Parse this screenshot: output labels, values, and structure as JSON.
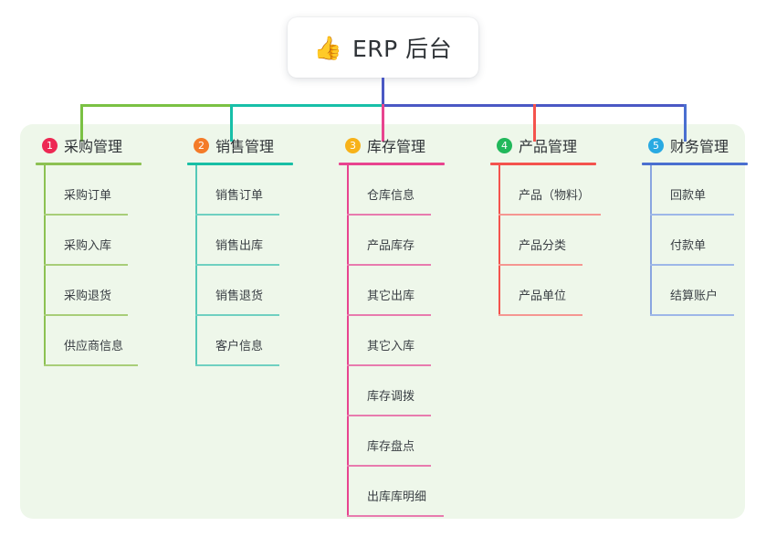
{
  "root": {
    "icon": "thumbs-up-icon",
    "emoji": "👍",
    "title": "ERP 后台"
  },
  "palette": {
    "panel_bg": "#eef7ea",
    "page_bg": "#ffffff",
    "root_text": "#2f3337",
    "bus_green": "#7ac143",
    "bus_teal": "#17bfa8",
    "bus_blue": "#4a58c4"
  },
  "columns": [
    {
      "number": "1",
      "title": "采购管理",
      "badge_color": "#ed2853",
      "line_color": "#8cc152",
      "items": [
        {
          "label": "采购订单"
        },
        {
          "label": "采购入库"
        },
        {
          "label": "采购退货"
        },
        {
          "label": "供应商信息"
        }
      ]
    },
    {
      "number": "2",
      "title": "销售管理",
      "badge_color": "#f47b28",
      "line_color": "#18bfa5",
      "items": [
        {
          "label": "销售订单"
        },
        {
          "label": "销售出库"
        },
        {
          "label": "销售退货"
        },
        {
          "label": "客户信息"
        }
      ]
    },
    {
      "number": "3",
      "title": "库存管理",
      "badge_color": "#f7b219",
      "line_color": "#e8448f",
      "items": [
        {
          "label": "仓库信息"
        },
        {
          "label": "产品库存"
        },
        {
          "label": "其它出库"
        },
        {
          "label": "其它入库"
        },
        {
          "label": "库存调拨"
        },
        {
          "label": "库存盘点"
        },
        {
          "label": "出库库明细"
        }
      ]
    },
    {
      "number": "4",
      "title": "产品管理",
      "badge_color": "#21b85b",
      "line_color": "#f4534d",
      "items": [
        {
          "label": "产品（物料）"
        },
        {
          "label": "产品分类"
        },
        {
          "label": "产品单位"
        }
      ]
    },
    {
      "number": "5",
      "title": "财务管理",
      "badge_color": "#29aae2",
      "line_color": "#4a6fd0",
      "items": [
        {
          "label": "回款单"
        },
        {
          "label": "付款单"
        },
        {
          "label": "结算账户"
        }
      ]
    }
  ]
}
